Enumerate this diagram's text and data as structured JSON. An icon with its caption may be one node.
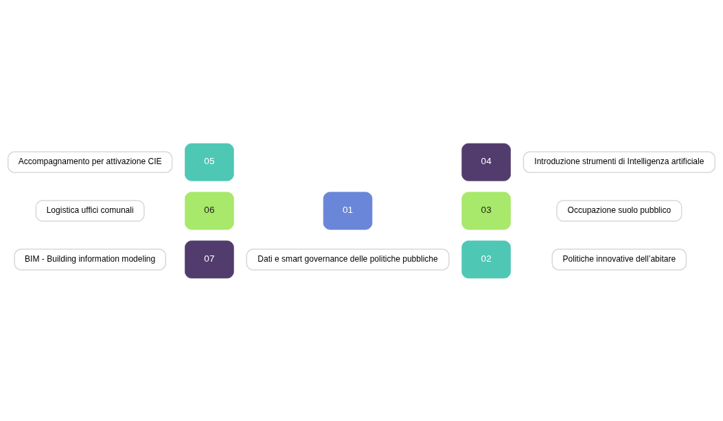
{
  "diagram": {
    "nodes": [
      {
        "text": [
          "Dati e smart governance delle politiche pubbliche"
        ]
      },
      {
        "text": [
          "01"
        ]
      },
      {
        "text": [
          "Politiche innovative dell’abitare"
        ]
      },
      {
        "text": [
          "02"
        ]
      },
      {
        "text": [
          "Occupazione suolo pubblico"
        ]
      },
      {
        "text": [
          "03"
        ]
      },
      {
        "text": [
          "Introduzione strumenti di Intelligenza artificiale"
        ]
      },
      {
        "text": [
          "04"
        ]
      },
      {
        "text": [
          "Accompagnamento per attivazione CIE"
        ]
      },
      {
        "text": [
          "05"
        ]
      },
      {
        "text": [
          "Logistica uffici comunali"
        ]
      },
      {
        "text": [
          "06"
        ]
      },
      {
        "text": [
          "BIM - Building information modeling"
        ]
      },
      {
        "text": [
          "07"
        ]
      }
    ],
    "edges": []
  }
}
